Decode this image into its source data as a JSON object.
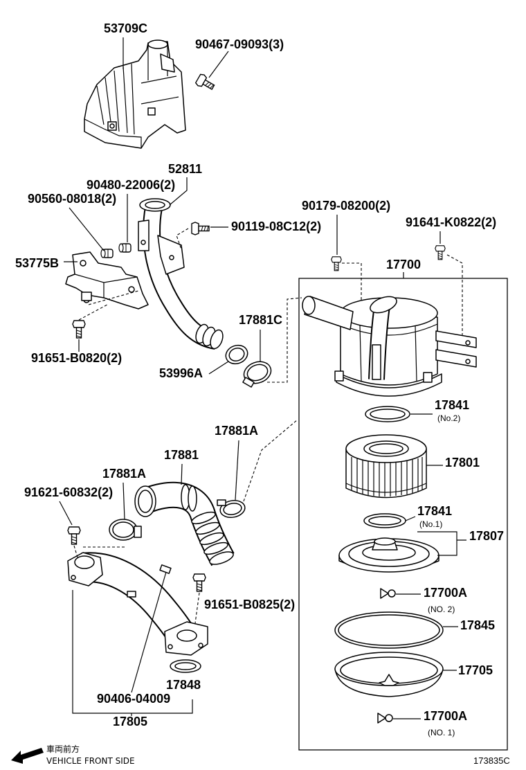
{
  "diagram": {
    "cover": "53709C",
    "cover_bolt": "90467-09093(3)",
    "inlet_duct": "52811",
    "nut_a": "90480-22006(2)",
    "nut_b": "90560-08018(2)",
    "duct_bolt": "90119-08C12(2)",
    "cleaner_bolt_a": "90179-08200(2)",
    "cleaner_bolt_b": "91641-K0822(2)",
    "bracket": "53775B",
    "air_cleaner": "17700",
    "clamp_c": "17881C",
    "bracket_bolt": "91651-B0820(2)",
    "clamp_53996a": "53996A",
    "gasket_no2": "17841",
    "gasket_no2_note": "(No.2)",
    "clamp_a_upper": "17881A",
    "hose": "17881",
    "element": "17801",
    "clamp_a_lower": "17881A",
    "pipe_bolt": "91621-60832(2)",
    "gasket_no1": "17841",
    "gasket_no1_note": "(No.1)",
    "plate": "17807",
    "clip_no2": "17700A",
    "clip_no2_note": "(NO. 2)",
    "pipe_bolt_b": "91651-B0825(2)",
    "cap_gasket": "17845",
    "cap": "17705",
    "pipe_gasket": "17848",
    "grommet": "90406-04009",
    "clip_no1": "17700A",
    "clip_no1_note": "(NO. 1)",
    "intake_pipe": "17805"
  },
  "direction": {
    "jp": "車両前方",
    "en": "VEHICLE FRONT SIDE"
  },
  "figure_id": "173835C"
}
